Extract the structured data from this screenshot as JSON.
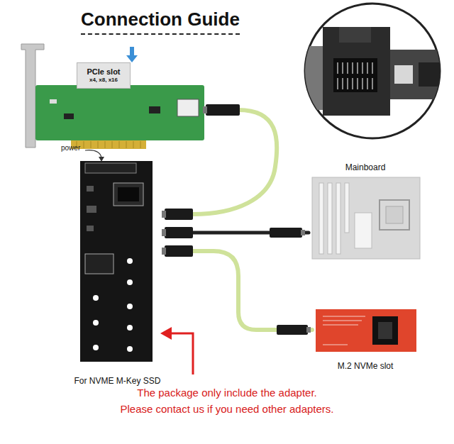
{
  "diagram": {
    "title": "Connection Guide",
    "nodes": [
      {
        "text": [
          "PCIe slot",
          "x4, x8, x16"
        ]
      },
      {
        "text": [
          "For NVME M-Key SSD"
        ]
      },
      {
        "text": [
          "Mainboard"
        ]
      },
      {
        "text": [
          "M.2 NVMe slot"
        ]
      }
    ],
    "edges": [
      {
        "from": 1,
        "to": 2,
        "arrow": "none"
      },
      {
        "from": 1,
        "to": 3,
        "arrow": "none"
      }
    ],
    "labels": [
      "power",
      "The package only include the adapter.",
      "Please contact us if you need other adapters."
    ]
  }
}
